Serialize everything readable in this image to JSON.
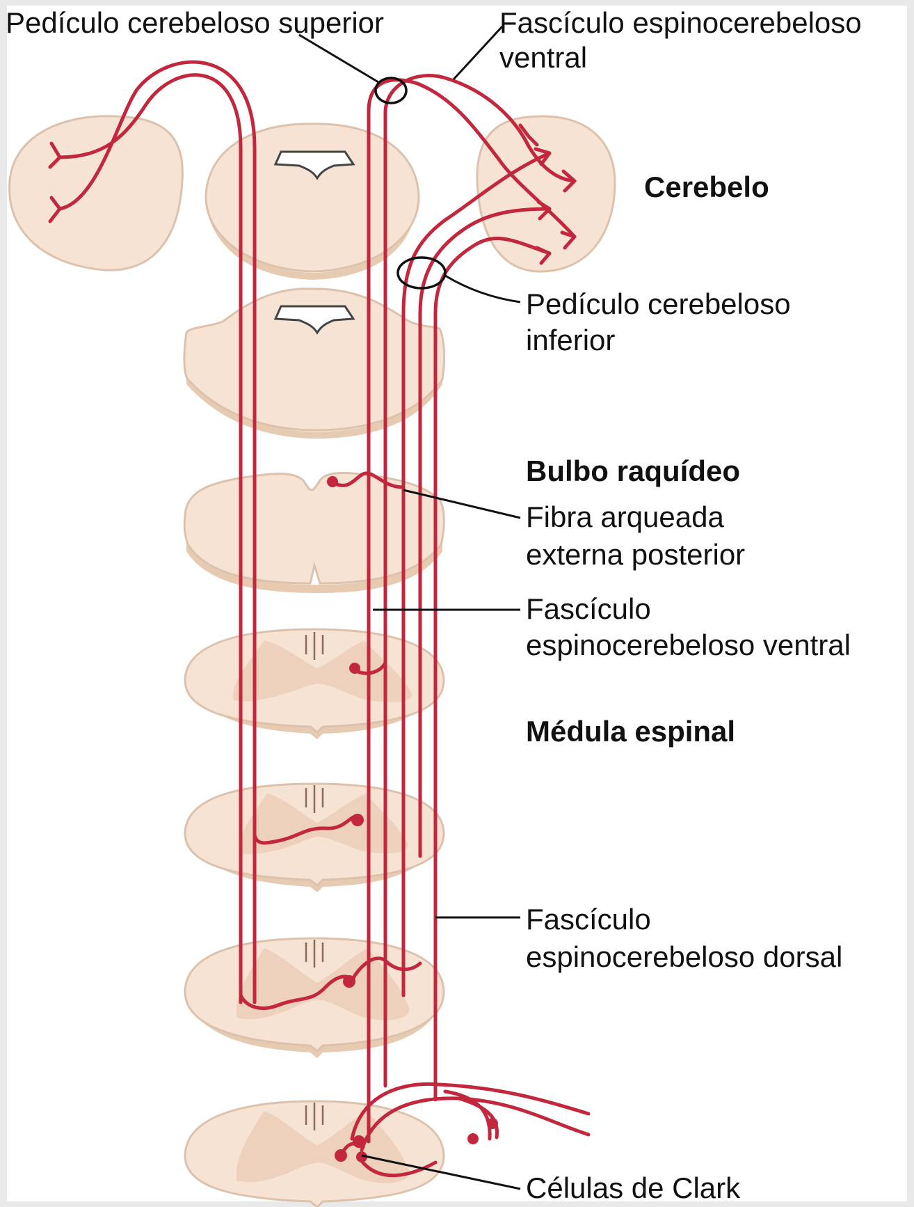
{
  "labels": {
    "superior_peduncle": "Pedículo cerebeloso superior",
    "ventral_tract_top_1": "Fascículo espinocerebeloso",
    "ventral_tract_top_2": "ventral",
    "cerebellum": "Cerebelo",
    "inferior_peduncle_1": "Pedículo cerebeloso",
    "inferior_peduncle_2": "inferior",
    "medulla": "Bulbo raquídeo",
    "arcuate_fiber_1": "Fibra arqueada",
    "arcuate_fiber_2": "externa posterior",
    "ventral_tract_1": "Fascículo",
    "ventral_tract_2": "espinocerebeloso ventral",
    "spinal_cord": "Médula espinal",
    "dorsal_tract_1": "Fascículo",
    "dorsal_tract_2": "espinocerebeloso dorsal",
    "clark_cells": "Células de Clark"
  },
  "colors": {
    "tract": "#c2273d",
    "tissue": "#f6e3d3",
    "gray_matter": "#eed1bc",
    "background": "#e9e9e9"
  }
}
